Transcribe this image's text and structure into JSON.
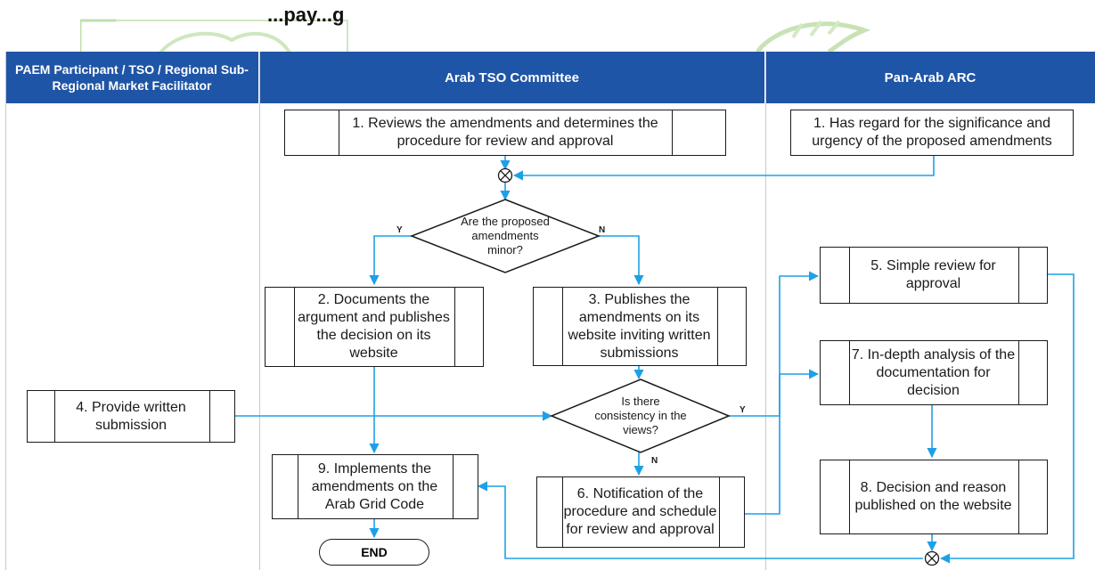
{
  "page_title_fragment": "...pay...g",
  "lanes": [
    {
      "title": "PAEM Participant / TSO / Regional Sub-Regional Market Facilitator"
    },
    {
      "title": "Arab TSO Committee"
    },
    {
      "title": "Pan-Arab ARC"
    }
  ],
  "steps": {
    "tso1": "1. Reviews the amendments and determines the procedure for review and approval",
    "arc1": "1. Has regard for the significance and urgency of the proposed amendments",
    "tso2": "2. Documents the argument and publishes the decision on its website",
    "tso3": "3. Publishes the amendments on its website inviting written submissions",
    "part4": "4. Provide written submission",
    "arc5": "5. Simple review for approval",
    "tso6": "6. Notification of the procedure and schedule for review and approval",
    "arc7": "7. In-depth analysis of the documentation for decision",
    "arc8": "8. Decision and reason published on the website",
    "tso9": "9. Implements the amendments on the Arab Grid Code"
  },
  "decisions": {
    "minor": "Are the proposed amendments minor?",
    "consistency": "Is there consistency in the views?"
  },
  "branch_labels": {
    "yes": "Y",
    "no": "N"
  },
  "terminal": "END",
  "colors": {
    "header": "#1f55a6",
    "connector": "#1ea0e6",
    "box_border": "#1a1a1a",
    "watermark": "#a8cf8c"
  }
}
